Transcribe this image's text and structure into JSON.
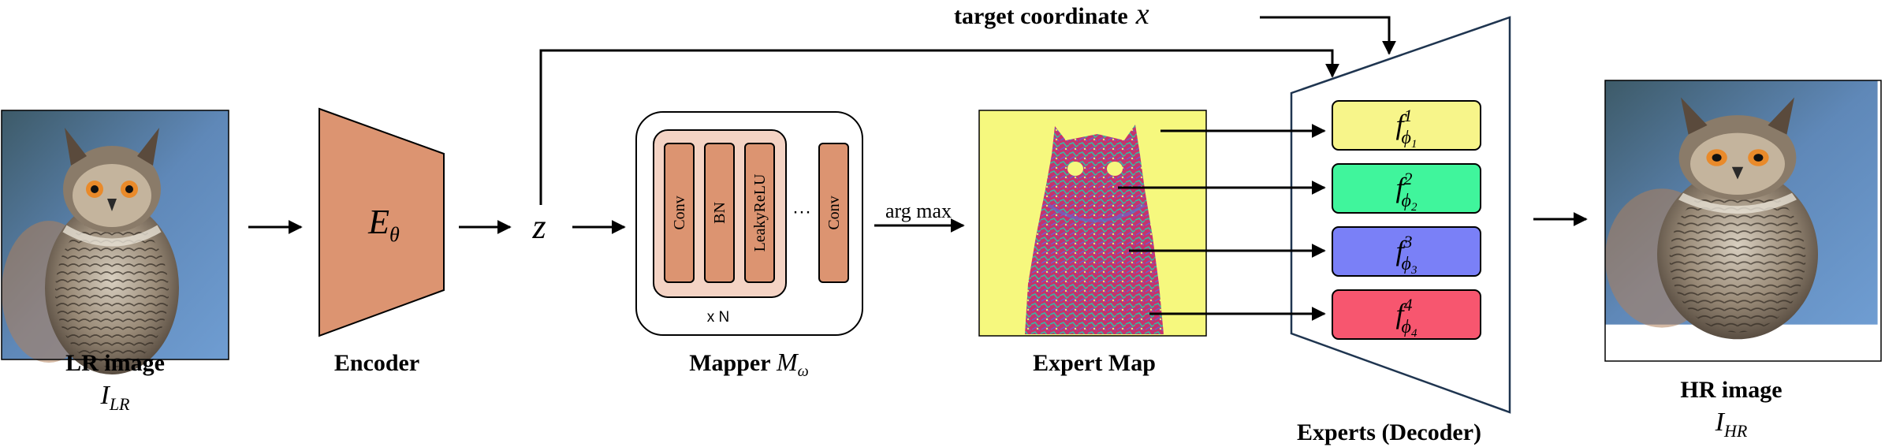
{
  "lr_image": {
    "label": "LR image",
    "symbol_main": "I",
    "symbol_sub": "LR"
  },
  "encoder": {
    "label": "Encoder",
    "symbol_main": "E",
    "symbol_sub": "θ",
    "fill": "#dc9471"
  },
  "latent": {
    "symbol": "z"
  },
  "target": {
    "label": "target coordinate",
    "symbol": "x"
  },
  "mapper": {
    "label": "Mapper",
    "symbol_main": "M",
    "symbol_sub": "ω",
    "layers": [
      "Conv",
      "BN",
      "LeakyReLU",
      "Conv"
    ],
    "ellipsis": "···",
    "repeat": "x N",
    "layer_fill": "#dc9471",
    "group_fill": "#f4d3c4"
  },
  "argmax": {
    "label": "arg max"
  },
  "expert_map": {
    "label": "Expert Map",
    "background": "#f6f87e"
  },
  "decoder": {
    "label": "Experts (Decoder)"
  },
  "experts": [
    {
      "main": "f",
      "sup": "1",
      "sub_main": "ϕ",
      "sub_idx": "1",
      "color": "#f7f58a"
    },
    {
      "main": "f",
      "sup": "2",
      "sub_main": "ϕ",
      "sub_idx": "2",
      "color": "#40f59c"
    },
    {
      "main": "f",
      "sup": "3",
      "sub_main": "ϕ",
      "sub_idx": "3",
      "color": "#7a80f7"
    },
    {
      "main": "f",
      "sup": "4",
      "sub_main": "ϕ",
      "sub_idx": "4",
      "color": "#f7566f"
    }
  ],
  "hr_image": {
    "label": "HR image",
    "symbol_main": "I",
    "symbol_sub": "HR"
  },
  "icons": {
    "photo": "owl-photo-icon",
    "map": "owl-expert-map-icon"
  }
}
